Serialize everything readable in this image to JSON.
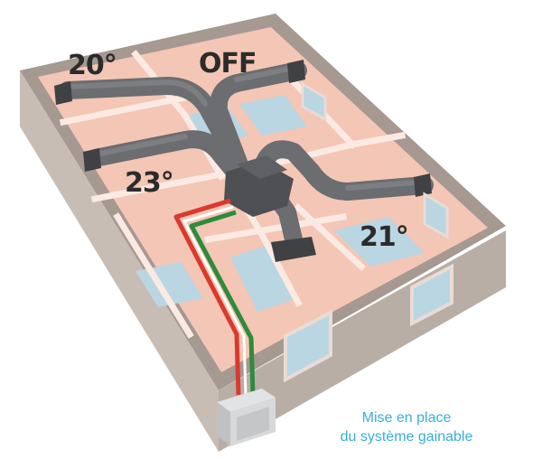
{
  "temperatures": {
    "room_top_left": "20°",
    "room_top_middle": "OFF",
    "room_left": "23°",
    "room_right": "21°"
  },
  "caption": {
    "line1": "Mise en place",
    "line2": "du système gainable"
  },
  "colors": {
    "wall_outer": "#c8bdb5",
    "wall_top": "#a59992",
    "floor": "#f4c6b5",
    "floor_blue": "#b9d6e2",
    "duct": "#6b6d70",
    "duct_light": "#8a8c8f",
    "pipe_red": "#d93a2e",
    "pipe_green": "#2e8b3c",
    "caption": "#3aaed8"
  }
}
